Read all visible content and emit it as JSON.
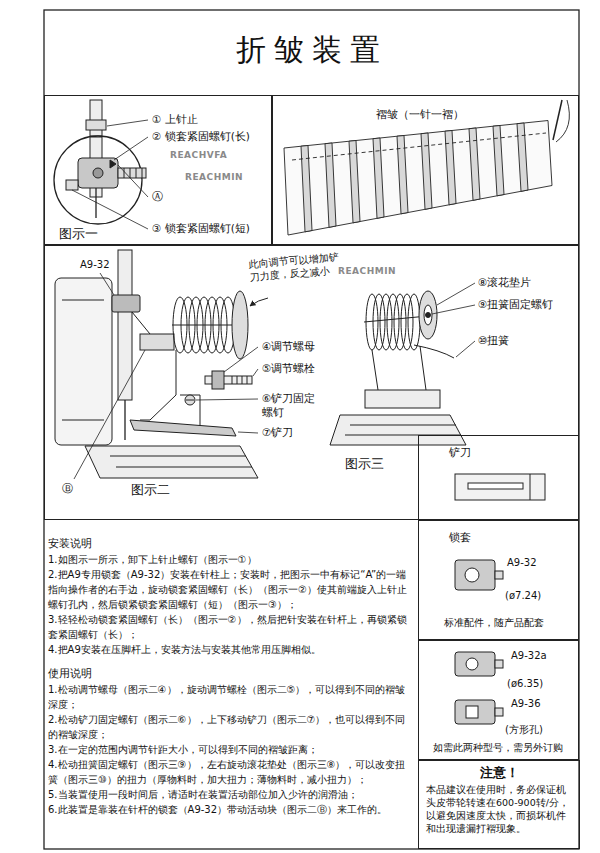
{
  "diagram": {
    "title": "折皱装置",
    "nodes": [
      {
        "text": [
          "图示一"
        ]
      },
      {
        "text": [
          "褶皱（一针一褶）"
        ]
      },
      {
        "text": [
          "图示二",
          "图示三"
        ]
      },
      {
        "text": [
          "铲刀"
        ]
      },
      {
        "text": [
          "锁套",
          "A9-32",
          "(ø7.24)",
          "标准配件，随产品配套"
        ]
      },
      {
        "text": [
          "A9-32a",
          "(ø6.35)",
          "A9-36",
          "(方形孔)",
          "如需此两种型号，需另外订购"
        ]
      },
      {
        "text": [
          "注意！",
          "本品建议在使用时，务必保证机头皮带轮转速在600-900转/分，以避免因速度太快，而损坏机件和出现遗漏打褶现象。"
        ]
      }
    ],
    "labels": [
      "① 上针止",
      "REACHVFA",
      "② 锁套紧固螺钉(长)",
      "REACHMIN",
      "Ⓐ",
      "③ 锁套紧固螺钉(短)",
      "A9-32",
      "此向调节可以增加铲刀力度，反之减小",
      "④调节螺母",
      "⑤调节螺栓",
      "⑥铲刀固定螺钉",
      "⑦铲刀",
      "Ⓑ",
      "REACHMIN",
      "⑧滚花垫片",
      "⑨扭簧固定螺钉",
      "⑩扭簧",
      "安装说明",
      "1.如图示一所示，卸下上针止螺钉（图示一①）",
      "2.把A9专用锁套（A9-32）安装在针柱上；安装时，把图示一中有标记“A”的一端指向操作者的右手边，旋动锁套紧固螺钉（长）（图示一②）使其前端旋入上针止螺钉孔内，然后锁紧锁套紧固螺钉（短）（图示一③）；",
      "3.轻轻松动锁套紧固螺钉（长）（图示一②），然后把针安装在针杆上，再锁紧锁套紧固螺钉（长）；",
      "4.把A9安装在压脚杆上，安装方法与安装其他常用压脚相似。",
      "使用说明",
      "1.松动调节螺母（图示二④），旋动调节螺栓（图示二⑤），可以得到不同的褶皱深度；",
      "2.松动铲刀固定螺钉（图示二⑥），上下移动铲刀（图示二⑦），也可以得到不同的褶皱深度；",
      "3.在一定的范围内调节针距大小，可以得到不同的褶皱距离；",
      "4.松动扭簧固定螺钉（图示三⑨），左右旋动滚花垫处（图示三⑧），可以改变扭簧（图示三⑩）的扭力（厚物料时，加大扭力；薄物料时，减小扭力）；",
      "5.当装置使用一段时间后，请适时在装置活动部位加入少许的润滑油；",
      "6.此装置是靠装在针杆的锁套（A9-32）带动活动块（图示二Ⓑ）来工作的。"
    ]
  }
}
